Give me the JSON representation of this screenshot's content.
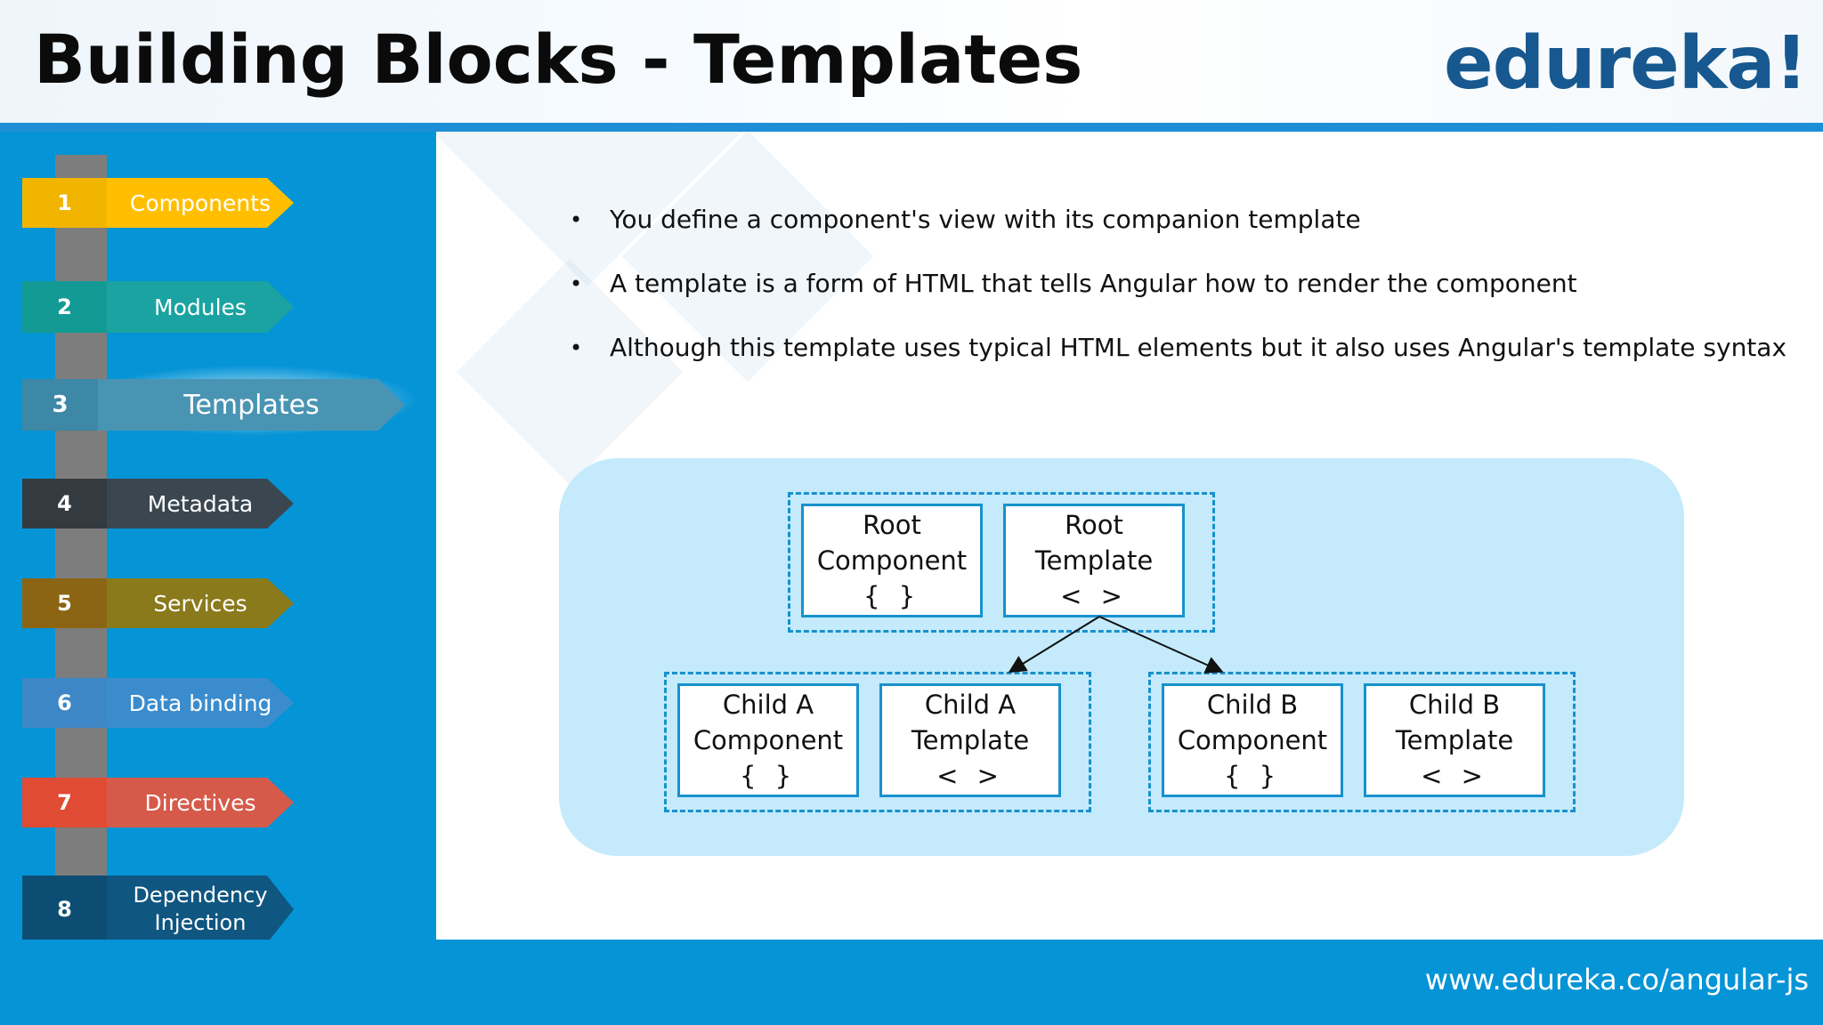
{
  "header": {
    "title": "Building Blocks - Templates",
    "logo": "edureka!"
  },
  "sidebar": {
    "items": [
      {
        "number": "1",
        "label": "Components",
        "num_color": "#f1b500",
        "band_color": "#ffbf00"
      },
      {
        "number": "2",
        "label": "Modules",
        "num_color": "#149a95",
        "band_color": "#1aa3a0"
      },
      {
        "number": "3",
        "label": "Templates",
        "num_color": "#3d87a7",
        "band_color": "#4a94b3",
        "active": true
      },
      {
        "number": "4",
        "label": "Metadata",
        "num_color": "#333a40",
        "band_color": "#3a4750"
      },
      {
        "number": "5",
        "label": "Services",
        "num_color": "#8b6513",
        "band_color": "#8b7a1c"
      },
      {
        "number": "6",
        "label": "Data binding",
        "num_color": "#3d87c7",
        "band_color": "#3b8ccd"
      },
      {
        "number": "7",
        "label": "Directives",
        "num_color": "#e04b33",
        "band_color": "#d65a4a"
      },
      {
        "number": "8",
        "label": "Dependency Injection",
        "num_color": "#0e4d73",
        "band_color": "#0f5680"
      }
    ]
  },
  "main": {
    "bullets": [
      "You define a component's view with its companion template",
      "A template is a form of HTML that tells Angular how to render the component",
      "Although this template uses typical HTML elements but it also uses Angular's template syntax"
    ],
    "bullet_glyph": "•",
    "diagram": {
      "root_component": [
        "Root",
        "Component",
        "{ }"
      ],
      "root_template": [
        "Root",
        "Template",
        "< >"
      ],
      "child_a_component": [
        "Child A",
        "Component",
        "{ }"
      ],
      "child_a_template": [
        "Child A",
        "Template",
        "< >"
      ],
      "child_b_component": [
        "Child B",
        "Component",
        "{ }"
      ],
      "child_b_template": [
        "Child B",
        "Template",
        "< >"
      ]
    }
  },
  "footer": {
    "url": "www.edureka.co/angular-js"
  },
  "colors": {
    "brand_blue": "#0594d6",
    "logo_blue": "#16588f",
    "diagram_border": "#1891cc",
    "panel_bg": "#c4eafc"
  }
}
